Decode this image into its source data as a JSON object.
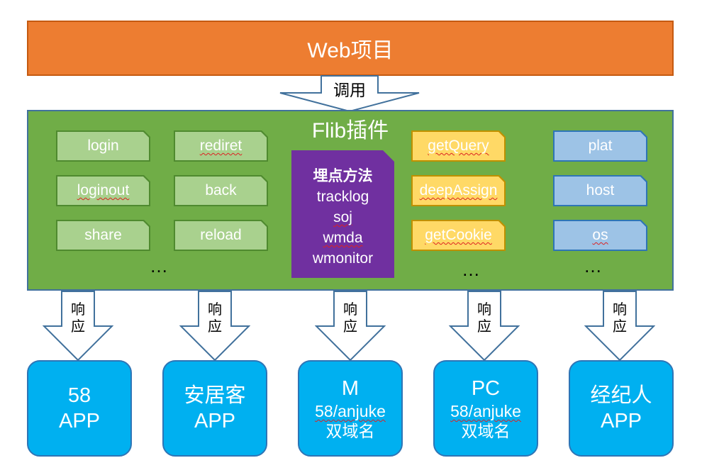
{
  "web_project": "Web项目",
  "call_label": "调用",
  "plugin_title": "Flib插件",
  "group_green": [
    "login",
    "loginout",
    "share",
    "rediret",
    "back",
    "reload"
  ],
  "group_yellow": [
    "getQuery",
    "deepAssign",
    "getCookie"
  ],
  "group_blue": [
    "plat",
    "host",
    "os"
  ],
  "ellipsis": "…",
  "tracking": {
    "title": "埋点方法",
    "items": [
      "tracklog",
      "soj",
      "wmda",
      "wmonitor"
    ]
  },
  "response_label": [
    "响",
    "应"
  ],
  "apps": [
    {
      "line1": "58",
      "line2": "APP",
      "line3": ""
    },
    {
      "line1": "安居客",
      "line2": "APP",
      "line3": ""
    },
    {
      "line1": "M",
      "line2": "58/anjuke",
      "line3": "双域名"
    },
    {
      "line1": "PC",
      "line2": "58/anjuke",
      "line3": "双域名"
    },
    {
      "line1": "经纪人",
      "line2": "APP",
      "line3": ""
    }
  ],
  "colors": {
    "web_bar": "#ed7d31",
    "plugin_box": "#70ad47",
    "green_card": "#a9d18e",
    "yellow_card": "#ffd966",
    "blue_card": "#9dc3e6",
    "tracking_box": "#7030a0",
    "app_box": "#00b0f0"
  }
}
